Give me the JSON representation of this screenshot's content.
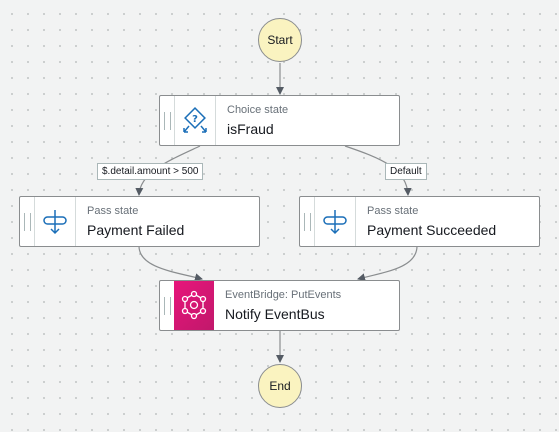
{
  "start": {
    "label": "Start"
  },
  "end": {
    "label": "End"
  },
  "nodes": {
    "choice": {
      "type": "Choice state",
      "name": "isFraud",
      "icon": "choice-diamond-icon"
    },
    "failed": {
      "type": "Pass state",
      "name": "Payment Failed",
      "icon": "pass-state-icon"
    },
    "succeeded": {
      "type": "Pass state",
      "name": "Payment Succeeded",
      "icon": "pass-state-icon"
    },
    "notify": {
      "type": "EventBridge: PutEvents",
      "name": "Notify EventBus",
      "icon": "eventbridge-icon"
    }
  },
  "edges": {
    "rule_label": "$.detail.amount > 500",
    "default_label": "Default"
  },
  "colors": {
    "terminal_fill": "#faf3c0",
    "accent_blue": "#1b6fb8",
    "eventbridge_pink": "#e7157b",
    "edge": "#8a8d8f"
  }
}
